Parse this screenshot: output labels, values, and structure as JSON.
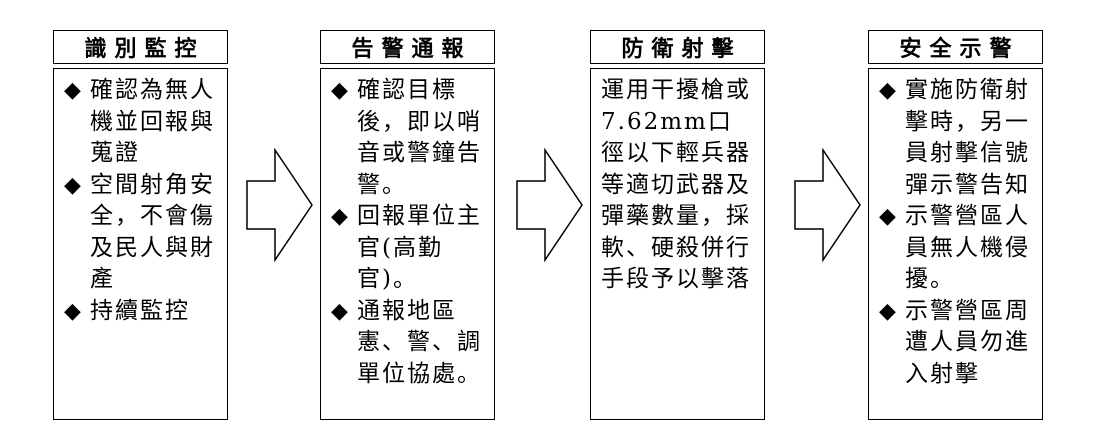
{
  "bullet_symbol": "◆",
  "stages": [
    {
      "title": "識別監控",
      "items": [
        "確認為無人機並回報與蒐證",
        "空間射角安全，不會傷及民人與財產",
        "持續監控"
      ]
    },
    {
      "title": "告警通報",
      "items": [
        "確認目標後，即以哨音或警鐘告警。",
        "回報單位主官(高勤官)。",
        "通報地區憲、警、調單位協處。"
      ]
    },
    {
      "title": "防衛射擊",
      "text": "運用干擾槍或7.62mm口徑以下輕兵器等適切武器及彈藥數量，採軟、硬殺併行手段予以擊落"
    },
    {
      "title": "安全示警",
      "items": [
        "實施防衛射擊時，另一員射擊信號彈示警告知",
        "示警營區人員無人機侵擾。",
        "示警營區周遭人員勿進入射擊"
      ]
    }
  ]
}
